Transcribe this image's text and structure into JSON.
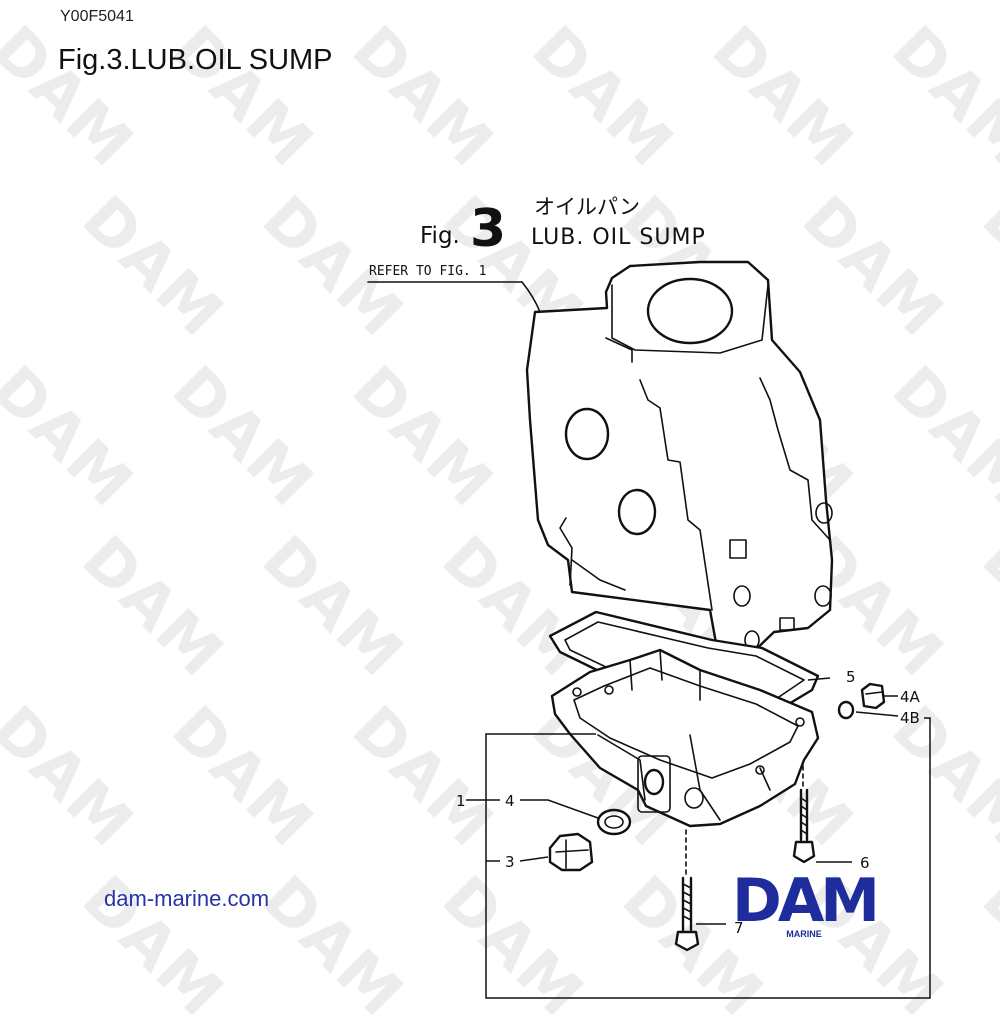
{
  "header": {
    "doc_code": "Y00F5041",
    "title": "Fig.3.LUB.OIL SUMP"
  },
  "diagram": {
    "fig_prefix": "Fig.",
    "fig_number": "3",
    "title_jp": "オイルパン",
    "title_en": "LUB. OIL SUMP",
    "refer_note": "REFER TO FIG. 1",
    "callouts": [
      {
        "label": "1",
        "part": "oil-pan"
      },
      {
        "label": "3",
        "part": "drain-plug"
      },
      {
        "label": "4",
        "part": "gasket-washer"
      },
      {
        "label": "4A",
        "part": "plug"
      },
      {
        "label": "4B",
        "part": "washer"
      },
      {
        "label": "5",
        "part": "pan-gasket"
      },
      {
        "label": "6",
        "part": "bolt"
      },
      {
        "label": "7",
        "part": "bolt"
      }
    ]
  },
  "footer": {
    "website": "dam-marine.com",
    "logo_text": "DAM",
    "logo_subtext": "MARINE",
    "brand_color": "#1f2c9c"
  },
  "watermark": {
    "text": "DAM",
    "color": "#ececec"
  }
}
